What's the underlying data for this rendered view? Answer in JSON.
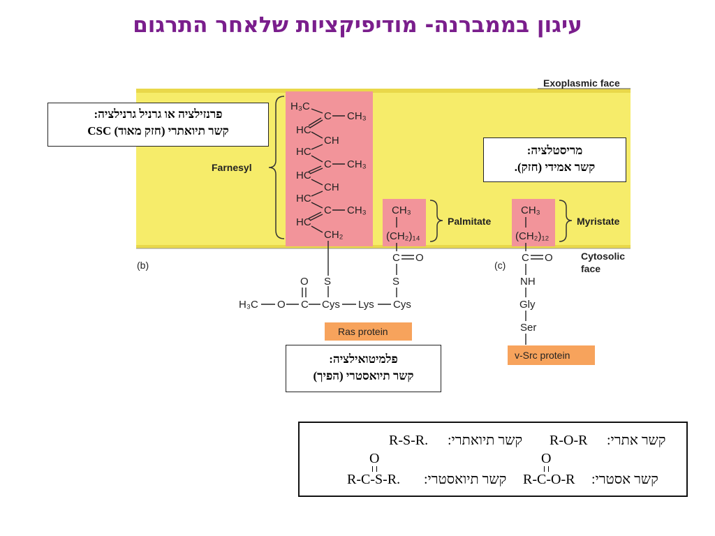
{
  "title": "עיגון בממברנה- מודיפיקציות שלאחר התרגום",
  "figure": {
    "exoplasmic_label": "Exoplasmic face",
    "cytosolic_label_1": "Cytosolic",
    "cytosolic_label_2": "face",
    "panel_b": "(b)",
    "panel_c": "(c)",
    "farnesyl": "Farnesyl",
    "palmitate": "Palmitate",
    "myristate": "Myristate",
    "ras_protein": "Ras protein",
    "vsrc_protein": "v-Src protein",
    "chem": {
      "f1": "H₃C",
      "f2": "C",
      "f3": "CH₃",
      "f4": "HC",
      "f5": "CH",
      "f6": "HC",
      "f7": "C",
      "f8": "CH₃",
      "f9": "HC",
      "f10": "CH",
      "f11": "HC",
      "f12": "C",
      "f13": "CH₃",
      "f14": "HC",
      "f15": "CH₂",
      "s1": "S",
      "o1": "O",
      "chain_h3c": "H₃C",
      "chain_o": "O",
      "chain_c": "C",
      "chain_cys1": "Cys",
      "chain_lys": "Lys",
      "chain_cys2": "Cys",
      "p_ch3": "CH₃",
      "p_ch2": "(CH₂)₁₄",
      "p_c": "C",
      "p_o": "O",
      "p_s": "S",
      "m_ch3": "CH₃",
      "m_ch2": "(CH₂)₁₂",
      "m_c": "C",
      "m_o": "O",
      "m_nh": "NH",
      "m_gly": "Gly",
      "m_ser": "Ser"
    }
  },
  "callouts": {
    "prenyl_line1": "פרנזילציה או גרניל גרנילציה:",
    "prenyl_line2": "קשר תיואתרי (חזק מאוד) CSC",
    "myristoyl_line1": "מריסטלציה:",
    "myristoyl_line2": "קשר אמידי (חזק).",
    "palmitoyl_line1": "פלמיטואילציה:",
    "palmitoyl_line2": "קשר תיואסטרי (הפיך)"
  },
  "legend": {
    "ether_label": "קשר אתרי:",
    "ether_formula": "R-O-R",
    "thioether_label": "קשר תיואתרי:",
    "thioether_formula": "R-S-R.",
    "o_top_1": "O",
    "o_top_2": "O",
    "ester_label": "קשר אסטרי:",
    "ester_formula": "R-C-O-R",
    "thioester_label": "קשר תיואסטרי:",
    "thioester_formula": "R-C-S-R."
  },
  "colors": {
    "title": "#7a1e8c",
    "membrane": "#f6ec6a",
    "membrane_edge": "#e9d84a",
    "lipid_highlight": "#f2949a",
    "protein_box": "#f7a35c"
  }
}
